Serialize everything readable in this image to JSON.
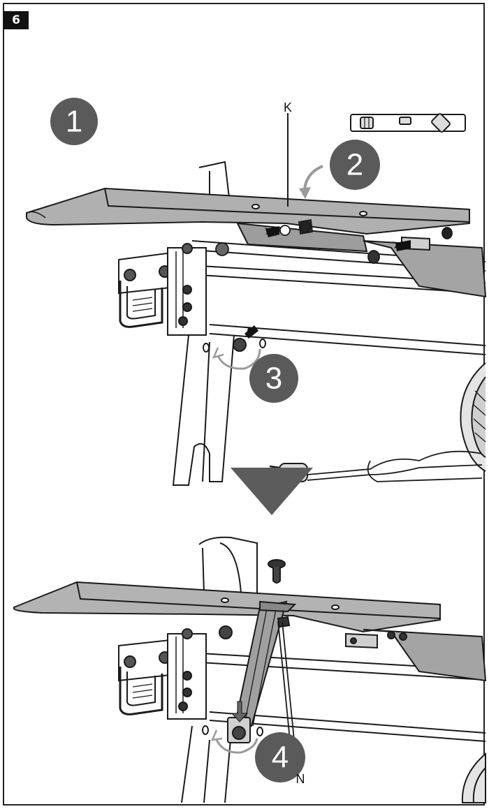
{
  "figure_number": "6",
  "step_markers": [
    "1",
    "2",
    "3",
    "4"
  ],
  "part_labels": {
    "k": "K",
    "n": "N"
  },
  "colors": {
    "marker_fill": "#5a5a5a",
    "metal": "#a9a9a9",
    "line": "#1a1a1a",
    "arrow": "#111111",
    "down_arrow": "#5c5c5c"
  },
  "icons": [
    "spirit-level-icon",
    "rotation-arrow-icon",
    "push-arrow-icon",
    "down-arrow-icon",
    "power-plug-icon"
  ]
}
